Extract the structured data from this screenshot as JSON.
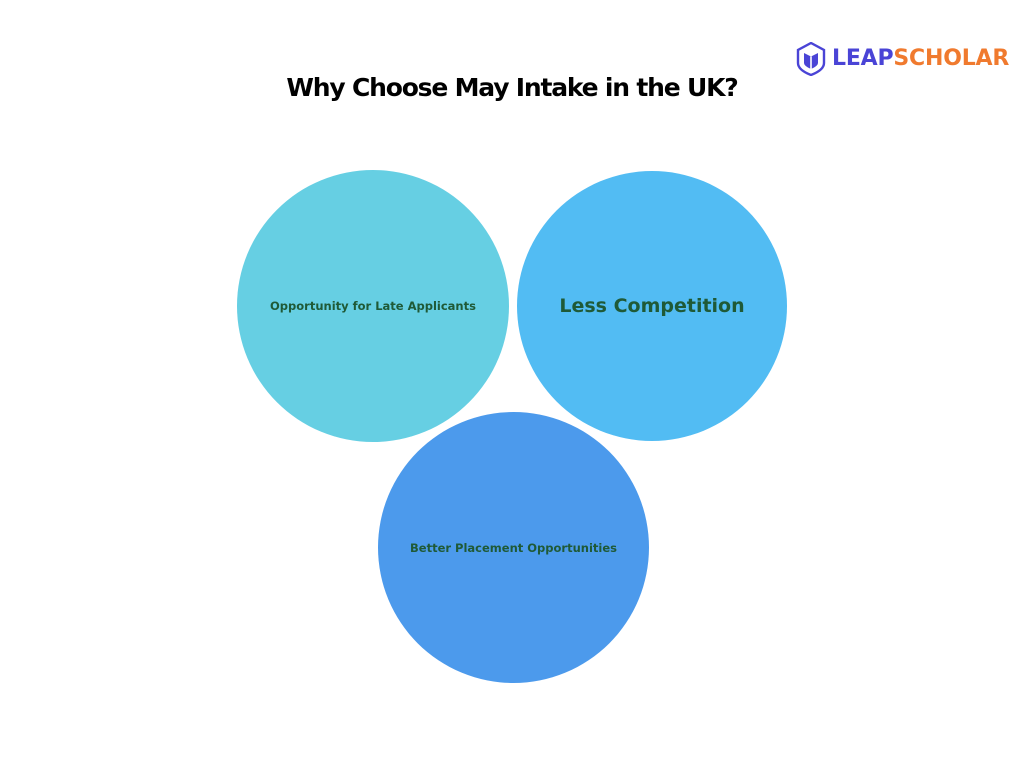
{
  "title": "Why Choose May Intake in the UK?",
  "logo": {
    "part1": "LEAP",
    "part2": "SCHOLAR",
    "icon": "shield-book-icon",
    "colors": {
      "leap": "#4a44d6",
      "scholar": "#f07a2e"
    }
  },
  "circles": [
    {
      "label": "Opportunity for Late Applicants",
      "color": "#66cfe3"
    },
    {
      "label": "Less Competition",
      "color": "#52bcf3"
    },
    {
      "label": "Better Placement Opportunities",
      "color": "#4c9aec"
    }
  ],
  "text_color": "#1f5a37"
}
